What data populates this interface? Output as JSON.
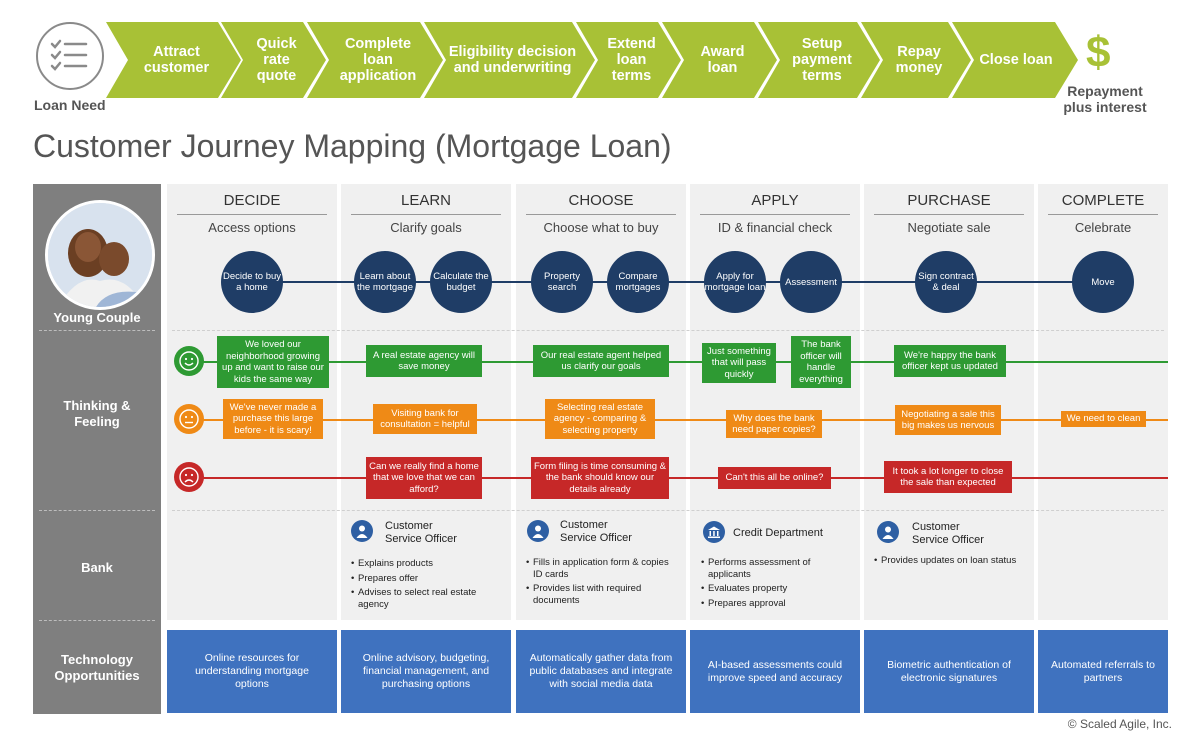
{
  "process": {
    "loan_need": "Loan Need",
    "steps": [
      "Attract customer",
      "Quick rate quote",
      "Complete loan application",
      "Eligibility decision and underwriting",
      "Extend loan terms",
      "Award loan",
      "Setup payment terms",
      "Repay money",
      "Close loan"
    ],
    "dollar": "$",
    "end_label": "Repayment plus interest"
  },
  "title": "Customer Journey Mapping (Mortgage Loan)",
  "rows": {
    "persona": "Young Couple",
    "thinking": "Thinking & Feeling",
    "bank": "Bank",
    "tech": "Technology Opportunities"
  },
  "stages": [
    {
      "name": "DECIDE",
      "sub": "Access options",
      "circles": [
        "Decide to buy a home"
      ],
      "bank_title": "",
      "bank_items": [],
      "tech": "Online resources for understanding mortgage options"
    },
    {
      "name": "LEARN",
      "sub": "Clarify goals",
      "circles": [
        "Learn about the mortgage",
        "Calculate the budget"
      ],
      "bank_title": "Customer Service Officer",
      "bank_items": [
        "Explains products",
        "Prepares offer",
        "Advises to select real estate agency"
      ],
      "tech": "Online advisory, budgeting, financial management, and purchasing options"
    },
    {
      "name": "CHOOSE",
      "sub": "Choose what to buy",
      "circles": [
        "Property search",
        "Compare mortgages"
      ],
      "bank_title": "Customer Service Officer",
      "bank_items": [
        "Fills in application form & copies ID cards",
        "Provides list with required documents"
      ],
      "tech": "Automatically gather data from public databases and integrate with social media data"
    },
    {
      "name": "APPLY",
      "sub": "ID & financial check",
      "circles": [
        "Apply for mortgage loan",
        "Assessment"
      ],
      "bank_title": "Credit Department",
      "bank_items": [
        "Performs assessment of applicants",
        "Evaluates property",
        "Prepares approval"
      ],
      "tech": "AI-based assessments could improve speed and accuracy"
    },
    {
      "name": "PURCHASE",
      "sub": "Negotiate sale",
      "circles": [
        "Sign contract & deal"
      ],
      "bank_title": "Customer Service Officer",
      "bank_items": [
        "Provides updates on loan status"
      ],
      "tech": "Biometric authentication of electronic signatures"
    },
    {
      "name": "COMPLETE",
      "sub": "Celebrate",
      "circles": [
        "Move"
      ],
      "bank_title": "",
      "bank_items": [],
      "tech": "Automated referrals to partners"
    }
  ],
  "feelings": {
    "positive": [
      "We loved our neighborhood growing up and want to raise our kids the same way",
      "A real estate agency will save money",
      "Our real estate agent helped us clarify our goals",
      "Just something that will pass quickly",
      "The bank officer will handle everything",
      "We're happy the bank officer kept us updated"
    ],
    "neutral": [
      "We've never made a purchase this large before - it is scary!",
      "Visiting bank for consultation = helpful",
      "Selecting real estate agency - comparing & selecting property",
      "Why does the bank need paper copies?",
      "Negotiating a sale this big makes us nervous",
      "We need to clean"
    ],
    "negative": [
      "Can we really find a home that we love that we can afford?",
      "Form filing is time consuming & the bank should know our details already",
      "Can't this all be online?",
      "It took a lot longer to close the sale than expected"
    ]
  },
  "colors": {
    "process_green": "#a8c136",
    "navy": "#1f3d66",
    "positive": "#2e9a33",
    "neutral": "#ef8a16",
    "negative": "#c62828",
    "tech_blue": "#3f72bf"
  },
  "icons": {
    "checklist": "checklist-icon",
    "smile": "smile-face-icon",
    "neutral": "neutral-face-icon",
    "sad": "sad-face-icon",
    "officer": "person-icon",
    "bank": "bank-building-icon",
    "avatar": "couple-photo"
  },
  "copyright": "© Scaled Agile, Inc."
}
